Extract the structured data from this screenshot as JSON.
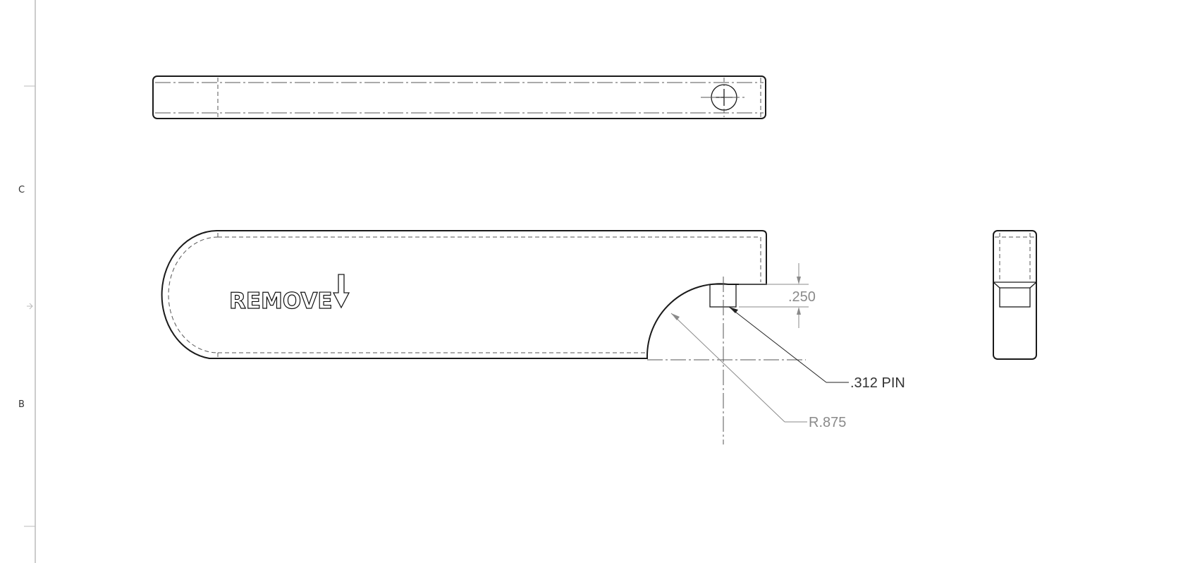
{
  "sheet": {
    "zone_labels": {
      "upper": "C",
      "lower": "B"
    }
  },
  "front_view": {
    "engraving": "REMOVE"
  },
  "dimensions": {
    "height": ".250",
    "pin_callout": ".312 PIN",
    "radius": "R.875"
  },
  "colors": {
    "object_line": "#1a1a1a",
    "dimension_line": "#8a8a8a"
  },
  "icons": {
    "engraved_arrow": "down-arrow-outline-icon",
    "top_view_hole": "circle-cross-icon"
  }
}
